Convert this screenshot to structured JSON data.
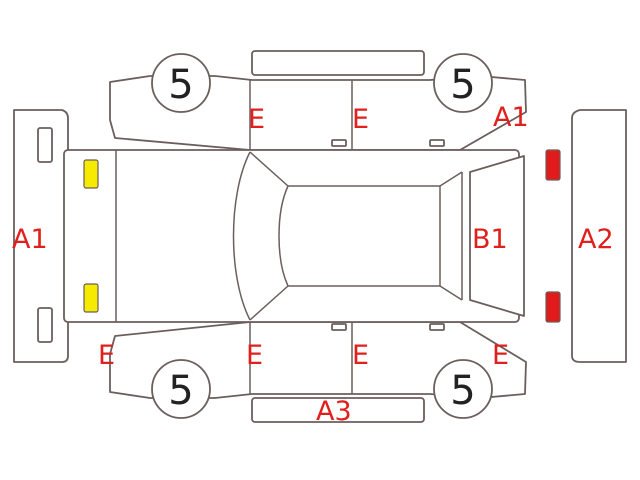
{
  "colors": {
    "outline": "#6b5f5c",
    "label": "#e0201c",
    "yellow_light": "#f6ea00",
    "red_light": "#e11b1b"
  },
  "wheels": {
    "top_left": "5",
    "top_right": "5",
    "bottom_left": "5",
    "bottom_right": "5"
  },
  "labels": {
    "front_bumper": "A1",
    "top_right_fender": "A1",
    "rear_bumper": "A2",
    "rear_window": "B1",
    "bottom_sill": "A3",
    "top_front_door": "E",
    "top_rear_door": "E",
    "bottom_front_fender": "E",
    "bottom_front_door": "E",
    "bottom_rear_door": "E",
    "bottom_rear_fender": "E"
  }
}
